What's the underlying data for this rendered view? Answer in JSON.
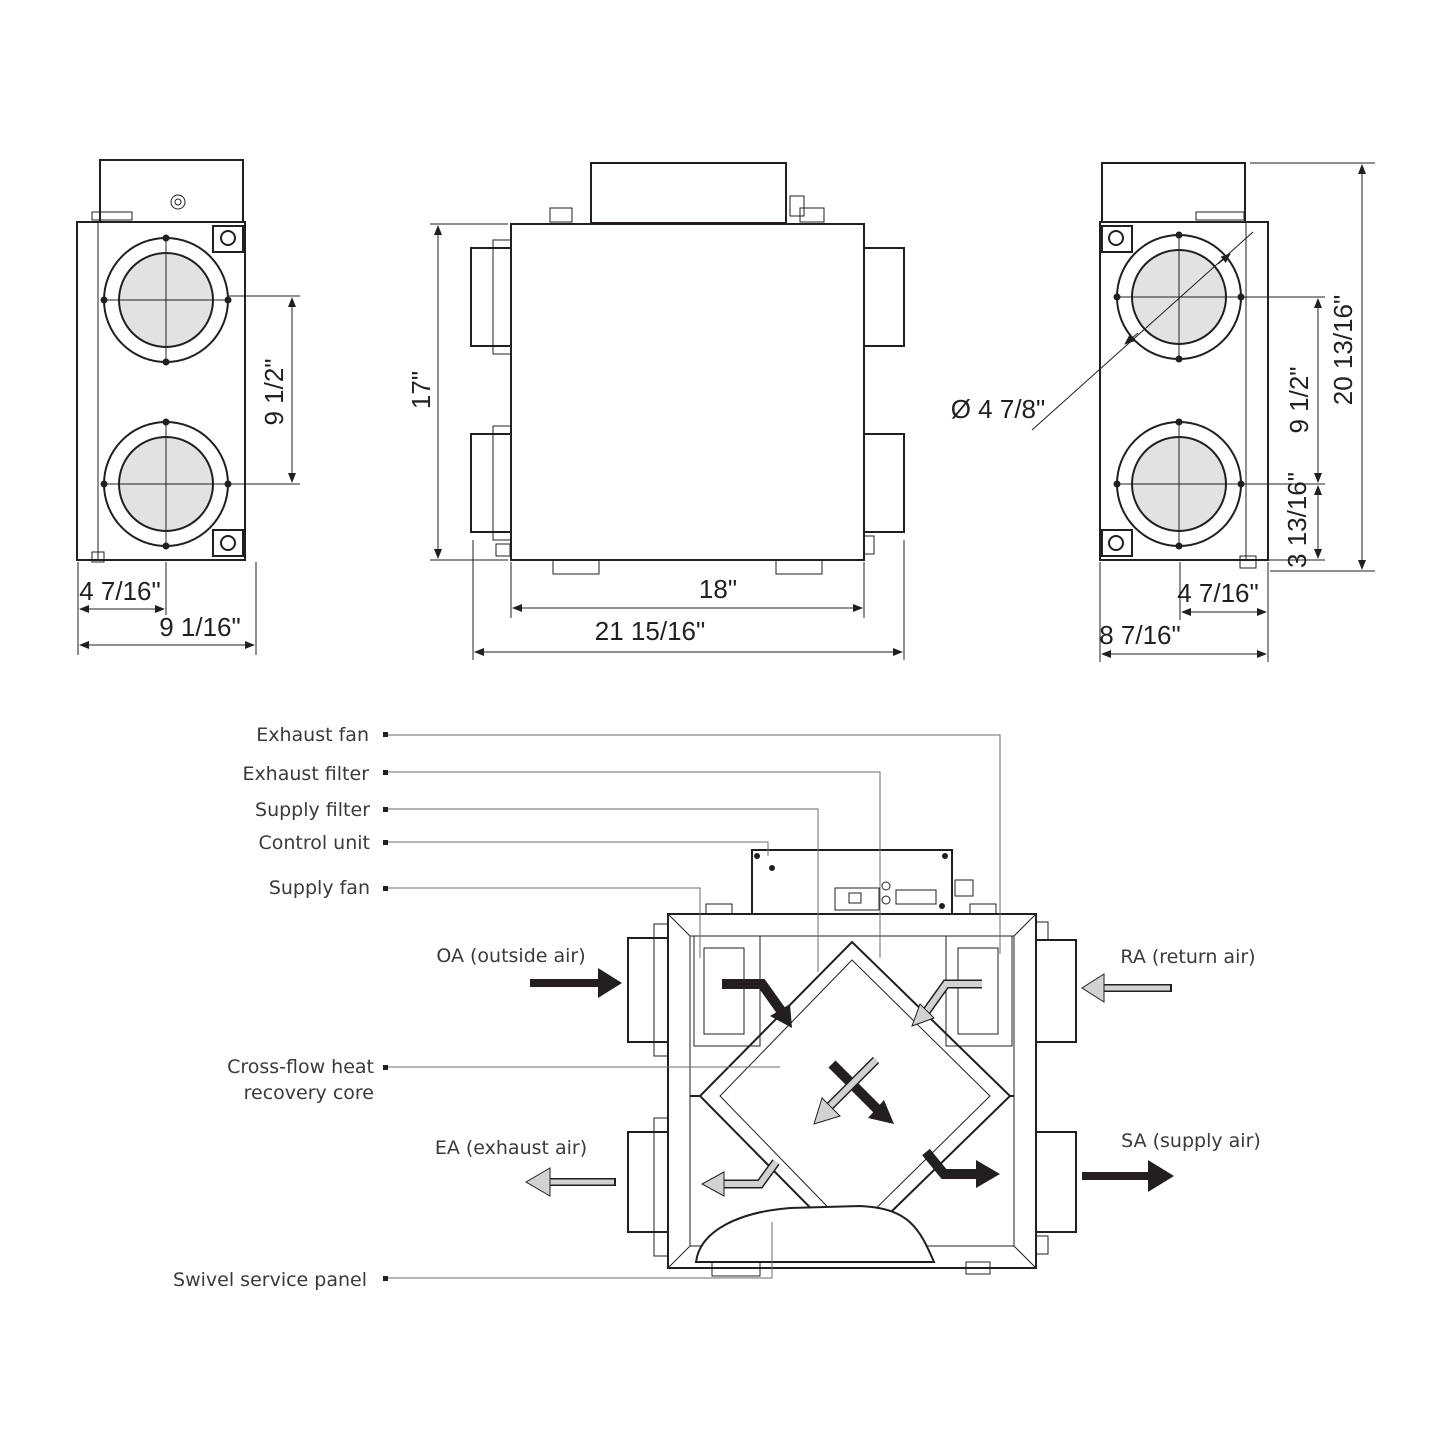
{
  "dimensions": {
    "left_view": {
      "height_between_ports": "9 1/2\"",
      "port_offset_width": "4 7/16\"",
      "total_width": "9 1/16\""
    },
    "front_view": {
      "height": "17\"",
      "body_width": "18\"",
      "total_width": "21 15/16\""
    },
    "right_view": {
      "port_diameter": "Ø 4 7/8\"",
      "height_between_ports": "9 1/2\"",
      "bottom_port_offset": "3 13/16\"",
      "total_height": "20 13/16\"",
      "port_offset_width": "4 7/16\"",
      "total_width": "8 7/16\""
    }
  },
  "components": {
    "exhaust_fan": "Exhaust fan",
    "exhaust_filter": "Exhaust filter",
    "supply_filter": "Supply filter",
    "control_unit": "Control unit",
    "supply_fan": "Supply fan",
    "core_line1": "Cross-flow heat",
    "core_line2": "recovery core",
    "service_panel": "Swivel service panel"
  },
  "airflows": {
    "oa": "OA (outside air)",
    "ra": "RA (return air)",
    "ea": "EA (exhaust air)",
    "sa": "SA (supply air)"
  },
  "colors": {
    "line": "#231f20",
    "port_fill": "#e2e2e2",
    "dark_arrow": "#231f20",
    "light_arrow": "#d2d2d2",
    "label_text": "#3a3a3a"
  }
}
